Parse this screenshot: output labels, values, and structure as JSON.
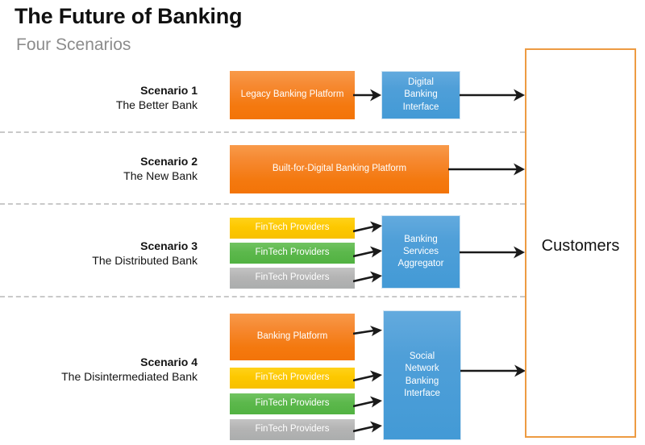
{
  "header": {
    "title": "The Future of Banking",
    "subtitle": "Four Scenarios"
  },
  "customers": {
    "label": "Customers"
  },
  "scenarios": [
    {
      "name": "Scenario 1",
      "descriptor": "The Better Bank",
      "blocks": [
        {
          "label": "Legacy Banking Platform",
          "color": "orange"
        },
        {
          "label": "Digital\nBanking\nInterface",
          "color": "blue"
        }
      ]
    },
    {
      "name": "Scenario 2",
      "descriptor": "The New Bank",
      "blocks": [
        {
          "label": "Built-for-Digital Banking Platform",
          "color": "orange"
        }
      ]
    },
    {
      "name": "Scenario 3",
      "descriptor": "The Distributed Bank",
      "blocks": [
        {
          "label": "FinTech Providers",
          "color": "yellow"
        },
        {
          "label": "FinTech Providers",
          "color": "green"
        },
        {
          "label": "FinTech Providers",
          "color": "gray"
        },
        {
          "label": "Banking\nServices\nAggregator",
          "color": "blue"
        }
      ]
    },
    {
      "name": "Scenario 4",
      "descriptor": "The Disintermediated Bank",
      "blocks": [
        {
          "label": "Banking Platform",
          "color": "orange"
        },
        {
          "label": "FinTech Providers",
          "color": "yellow"
        },
        {
          "label": "FinTech Providers",
          "color": "green"
        },
        {
          "label": "FinTech Providers",
          "color": "gray"
        },
        {
          "label": "Social\nNetwork\nBanking\nInterface",
          "color": "blue"
        }
      ]
    }
  ],
  "colors": {
    "orange": "#f4790f",
    "blue": "#4f9fd8",
    "yellow": "#fdc800",
    "green": "#5cb84c",
    "gray": "#b4b4b4",
    "customers_border": "#ed9b42",
    "divider": "#c9c9c9",
    "arrow": "#1a1a1a",
    "title": "#101010",
    "subtitle": "#8c8c8c"
  }
}
